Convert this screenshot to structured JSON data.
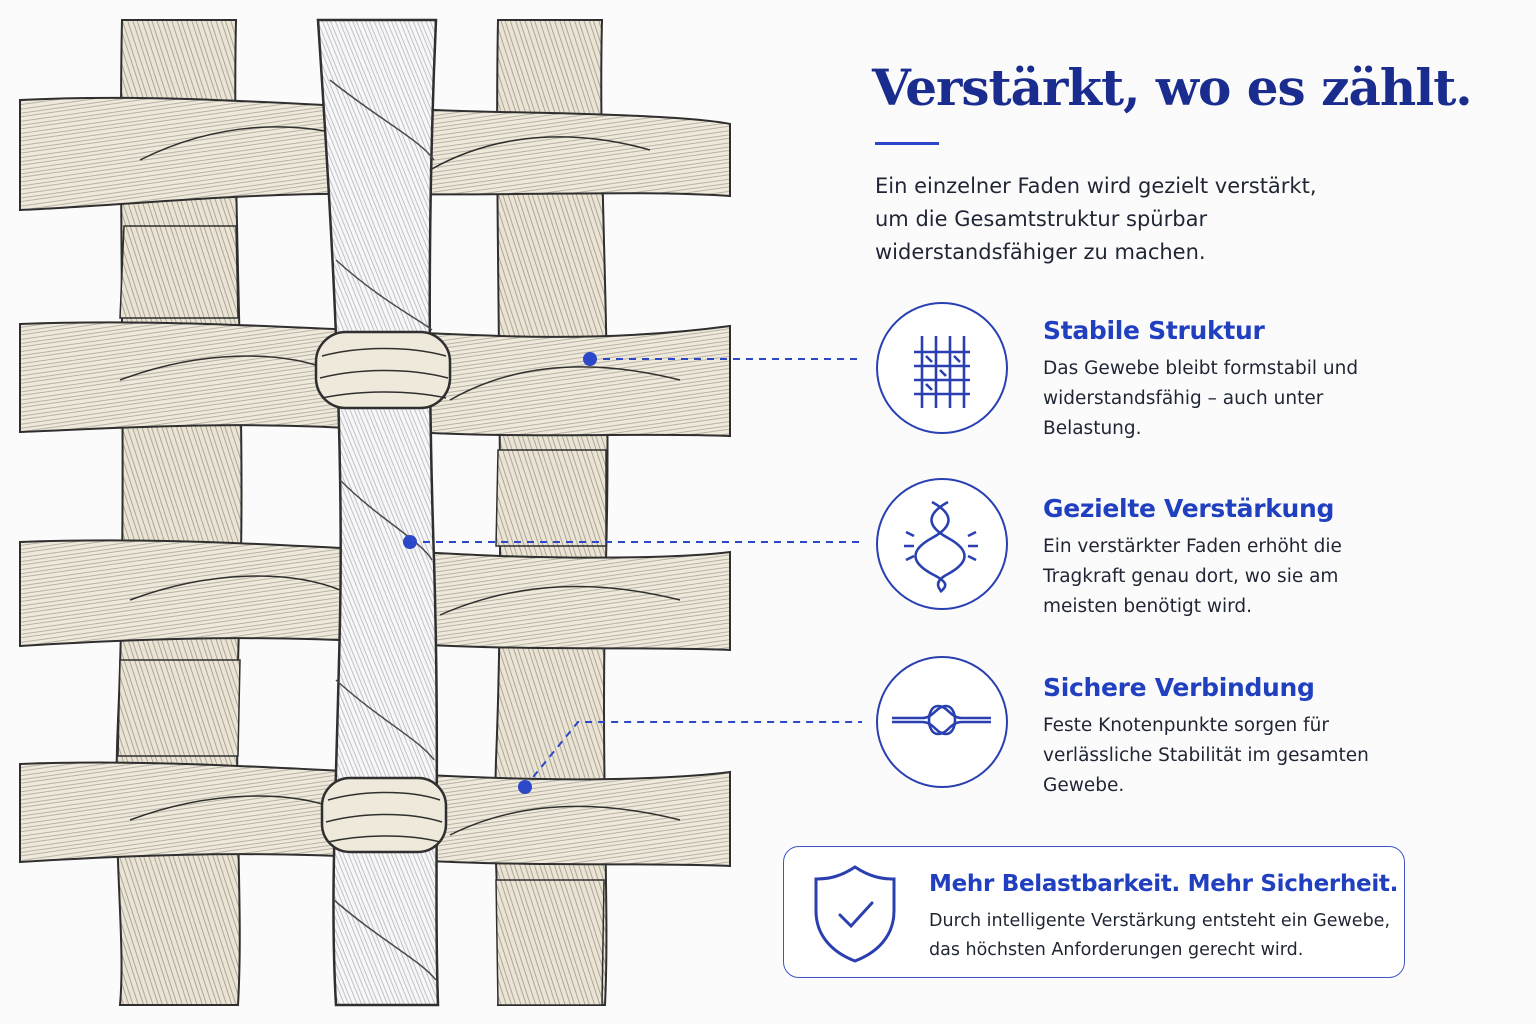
{
  "title": "Verstärkt, wo es zählt.",
  "intro": "Ein einzelner Faden wird gezielt verstärkt, um die Gesamtstruktur spürbar widerstandsfähiger zu machen.",
  "features": [
    {
      "icon": "grid-mesh-icon",
      "title": "Stabile Struktur",
      "description": "Das Gewebe bleibt formstabil und widerstandsfähig – auch unter Belastung."
    },
    {
      "icon": "twisted-rope-icon",
      "title": "Gezielte Verstärkung",
      "description": "Ein verstärkter Faden erhöht die Tragkraft genau dort, wo sie am meisten benötigt wird."
    },
    {
      "icon": "knot-icon",
      "title": "Sichere Verbindung",
      "description": "Feste Knotenpunkte sorgen für verlässliche Stabilität im gesamten Gewebe."
    }
  ],
  "callout": {
    "icon": "shield-check-icon",
    "title": "Mehr Belastbarkeit. Mehr Sicherheit.",
    "description": "Durch intelligente Verstärkung entsteht ein Gewebe, das höchsten Anforderungen gerecht wird."
  },
  "colors": {
    "accent": "#2140c0",
    "title": "#1a2d8f",
    "fiber": "#ece5d6",
    "reinforced_fiber": "#f6f6f8",
    "line": "#3a3a3a"
  }
}
